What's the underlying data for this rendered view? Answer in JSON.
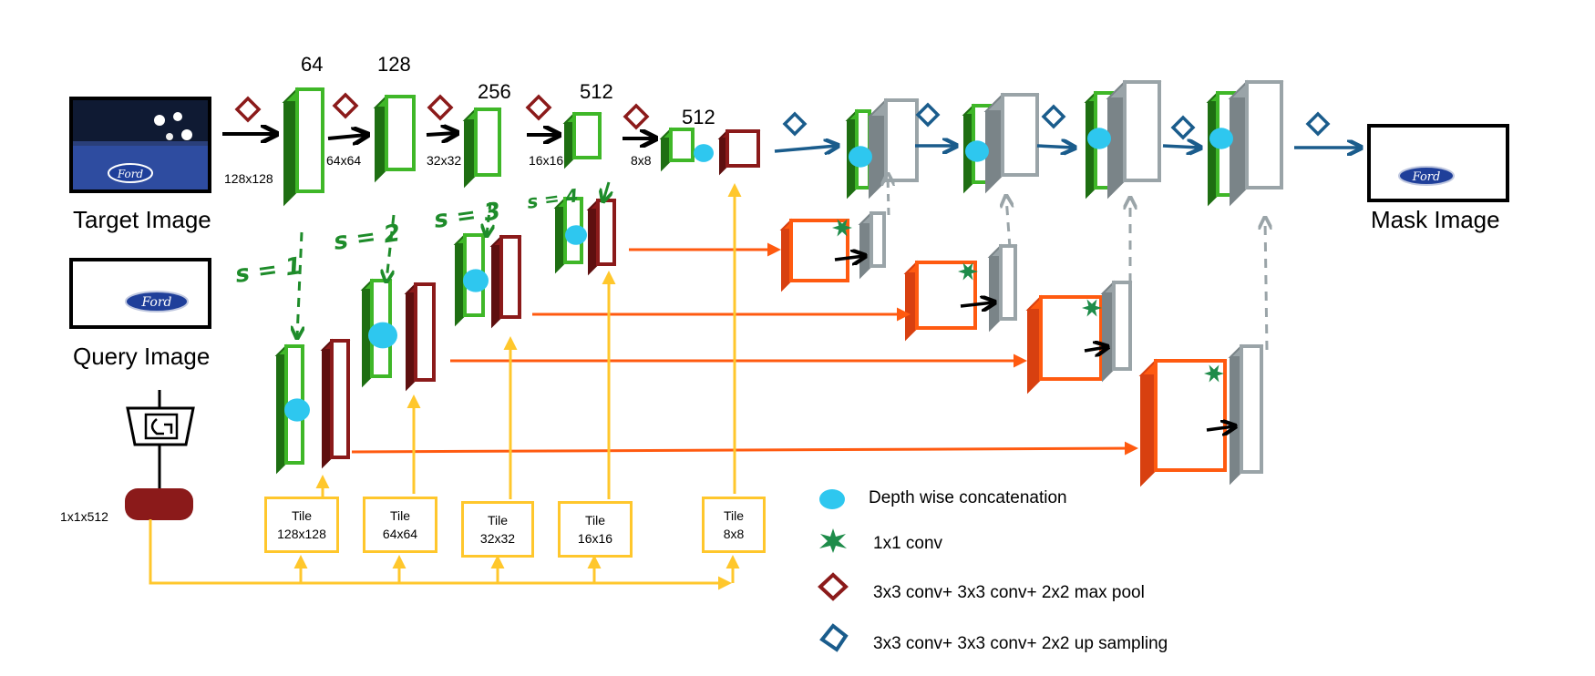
{
  "inputs": {
    "target_label": "Target Image",
    "query_label": "Query Image",
    "output_label": "Mask Image",
    "logo_text": "Ford",
    "vector_label": "1x1x512"
  },
  "channels": [
    "64",
    "128",
    "256",
    "512",
    "512"
  ],
  "resolutions": [
    "128x128",
    "64x64",
    "32x32",
    "16x16",
    "8x8"
  ],
  "scales": [
    "s = 1",
    "s = 2",
    "s = 3",
    "s = 4"
  ],
  "tiles": [
    {
      "line1": "Tile",
      "line2": "128x128"
    },
    {
      "line1": "Tile",
      "line2": "64x64"
    },
    {
      "line1": "Tile",
      "line2": "32x32"
    },
    {
      "line1": "Tile",
      "line2": "16x16"
    },
    {
      "line1": "Tile",
      "line2": "8x8"
    }
  ],
  "legend": [
    {
      "icon": "cyan-blob-icon",
      "label": "Depth wise concatenation"
    },
    {
      "icon": "green-star-icon",
      "label": "1x1 conv"
    },
    {
      "icon": "red-diamond-icon",
      "label": "3x3 conv+ 3x3 conv+ 2x2 max pool"
    },
    {
      "icon": "blue-diamond-icon",
      "label": "3x3 conv+ 3x3 conv+ 2x2 up sampling"
    }
  ],
  "colors": {
    "green": "#3fb728",
    "dark_green": "#1e6e12",
    "maroon": "#8b1a1a",
    "orange": "#ff5a10",
    "gray": "#9aa4a8",
    "yellow": "#ffc72c",
    "cyan": "#2ec7ef",
    "blue": "#1a5c8c",
    "star": "#1e8c4a"
  }
}
